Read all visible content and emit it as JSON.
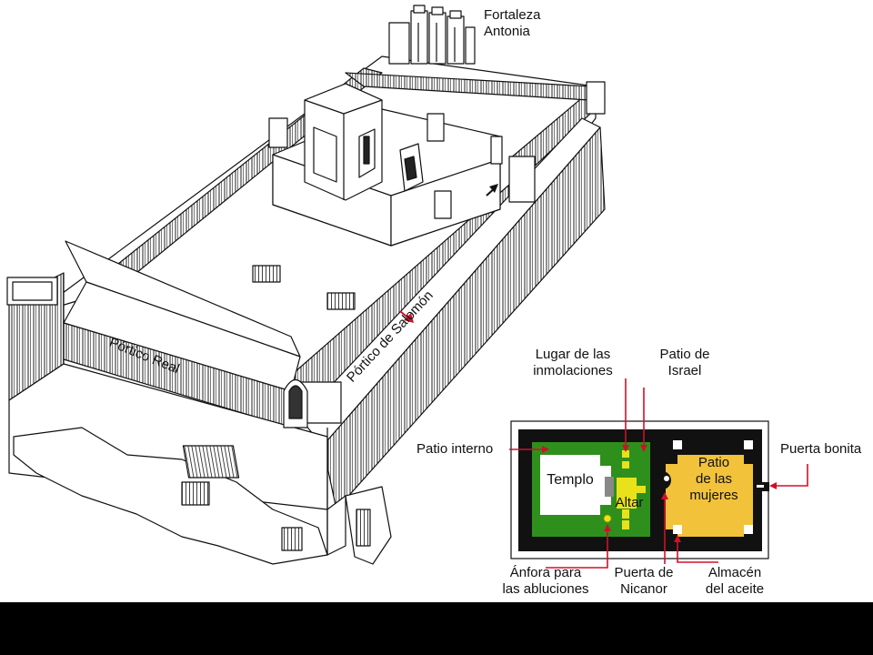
{
  "labels": {
    "fortaleza": "Fortaleza\nAntonia",
    "portico_salomon": "Pórtico de Salomón",
    "portico_real": "Pórtico Real",
    "lugar_inmolaciones": "Lugar de las\ninmolaciones",
    "patio_israel": "Patio de\nIsrael",
    "patio_interno": "Patio interno",
    "puerta_bonita": "Puerta bonita",
    "templo": "Templo",
    "altar": "Altar",
    "patio_mujeres": "Patio\nde las\nmujeres",
    "anfora": "Ánfora para\nlas abluciones",
    "puerta_nicanor": "Puerta de\nNicanor",
    "almacen": "Almacén\ndel aceite"
  },
  "colors": {
    "inner_court": "#2f8f1c",
    "women_court": "#f2c23a",
    "altar": "#e9e21a",
    "arrow": "#d0102a",
    "bar": "#000000"
  }
}
